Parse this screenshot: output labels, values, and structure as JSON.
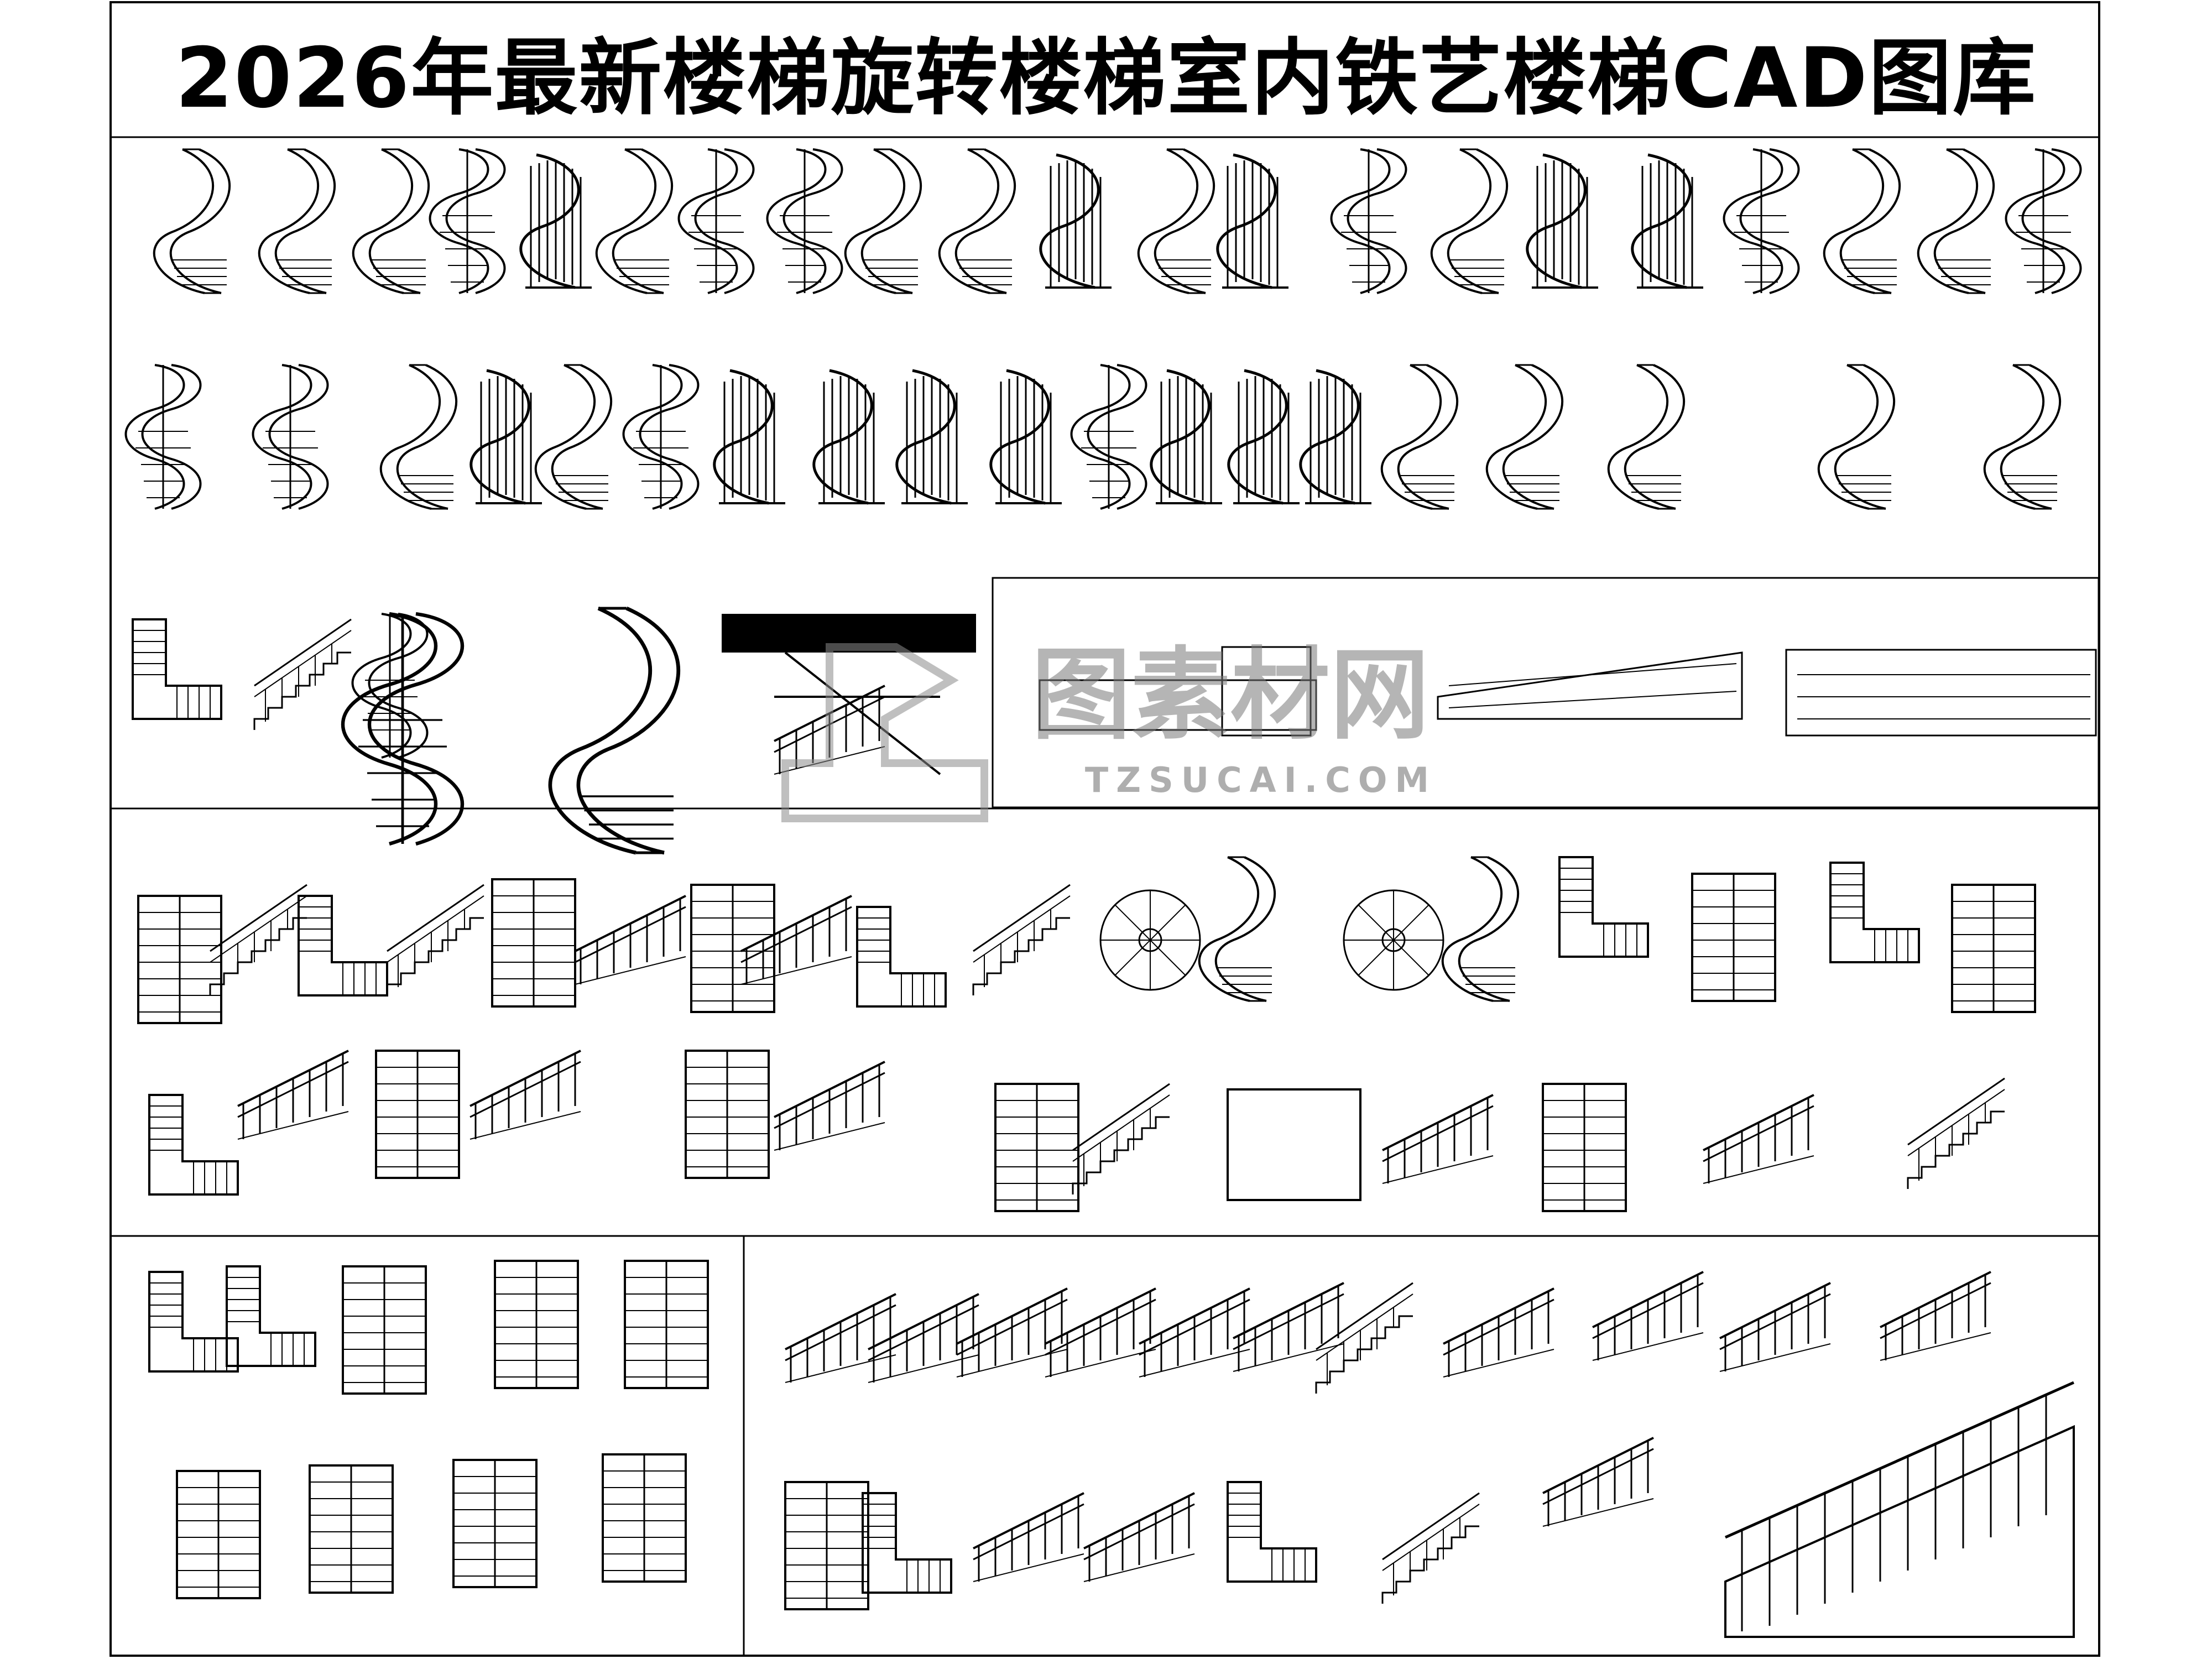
{
  "title": "2026年最新楼梯旋转楼梯室内铁艺楼梯CAD图库",
  "watermark": {
    "brand": "图素材网",
    "url": "TZSUCAI.COM",
    "color": "#8a8a8a"
  },
  "colors": {
    "line": "#000000",
    "background": "#ffffff"
  },
  "icons": [
    "spiral-stair-icon",
    "straight-stair-icon",
    "l-stair-icon",
    "u-stair-icon",
    "stair-plan-icon",
    "railing-icon",
    "watermark-logo-icon"
  ]
}
